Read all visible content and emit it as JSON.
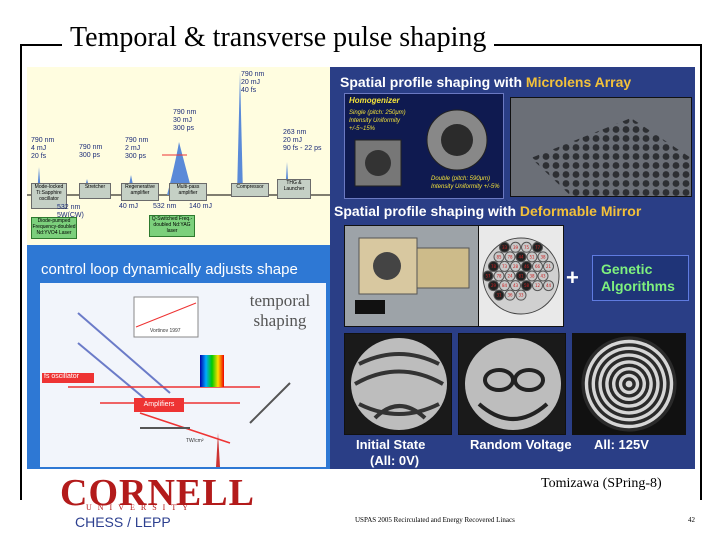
{
  "slide": {
    "title": "Temporal & transverse pulse shaping",
    "credit": "Tomizawa (SPring-8)",
    "footer": "USPAS 2005 Recirculated and Energy Recovered Linacs",
    "page_number": "42"
  },
  "logo": {
    "name": "CORNELL",
    "university": "UNIVERSITY",
    "group": "CHESS / LEPP"
  },
  "diagram": {
    "labels": [
      "790 nm\n20 mJ\n40 fs",
      "790 nm\n30 mJ\n300 ps",
      "790 nm\n4 mJ\n20 fs",
      "790 nm\n300 ps",
      "790 nm\n2 mJ\n300 ps",
      "263 nm\n20 mJ\n90 fs - 22 ps",
      "532 nm\n5W(CW)",
      "40 mJ",
      "532 nm",
      "140 mJ"
    ],
    "boxes": [
      "Mode-locked Ti:Sapphire oscillator",
      "Stretcher",
      "Regenerative amplifier",
      "Multi-pass amplifier",
      "Compressor",
      "THG & Launcher"
    ],
    "green_boxes": [
      "Diode-pumped Frequency-doubled Nd:YVO4 Laser",
      "Q-Switched Freq.-doubled Nd:YAG laser"
    ]
  },
  "loop_panel": {
    "caption": "control loop dynamically adjusts shape",
    "inset_label": "temporal shaping",
    "small_labels": [
      "fs oscillator",
      "Amplifiers",
      "Vortinov 1997",
      "TW/cm²"
    ]
  },
  "right_panel": {
    "heading1_prefix": "Spatial profile shaping with ",
    "heading1_highlight": "Microlens Array",
    "heading2_prefix": "Spatial profile shaping with ",
    "heading2_highlight": "Deformable Mirror",
    "homogenizer": {
      "title": "Homogenizer",
      "lines": [
        "Single (pitch: 250μm)",
        "Intensity Uniformity",
        "+/-5~15%",
        "Double (pitch: 590μm)",
        "Intensity Uniformity +/-5%"
      ]
    },
    "genetic": [
      "Genetic",
      "Algorithms"
    ],
    "plus": "+",
    "states": {
      "initial": "Initial State",
      "initial_sub": "(All: 0V)",
      "random": "Random Voltage",
      "all": "All: 125V"
    },
    "mirror_numbers": [
      "33",
      "39",
      "75",
      "77",
      "85",
      "78",
      "44",
      "51",
      "38",
      "78",
      "73",
      "28",
      "46",
      "66",
      "21",
      "57",
      "78",
      "24",
      "81",
      "38",
      "43",
      "29",
      "84",
      "43",
      "58",
      "12",
      "44",
      "31",
      "36",
      "33"
    ]
  },
  "colors": {
    "frame": "#000000",
    "right_bg": "#2a3e86",
    "loop_bg": "#2e78d4",
    "diagram_bg": "#fffde0",
    "highlight": "#f3c13a",
    "genetic": "#7ef07e",
    "cornell_red": "#b31b1b",
    "chess_blue": "#2c3f8f"
  }
}
